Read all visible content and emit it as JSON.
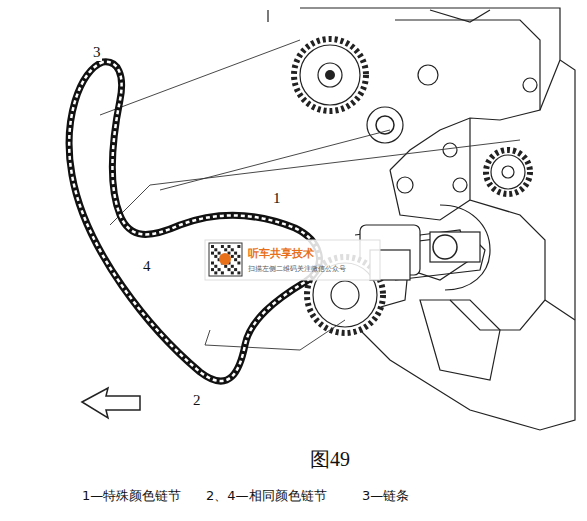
{
  "diagram": {
    "caption": "图49",
    "labels": [
      "3",
      "1",
      "4",
      "2",
      "听车共享技术",
      "扫描左侧二维码关注微信公众号",
      "1—特殊颜色链节",
      "2、4—相同颜色链节",
      "3—链条"
    ]
  }
}
